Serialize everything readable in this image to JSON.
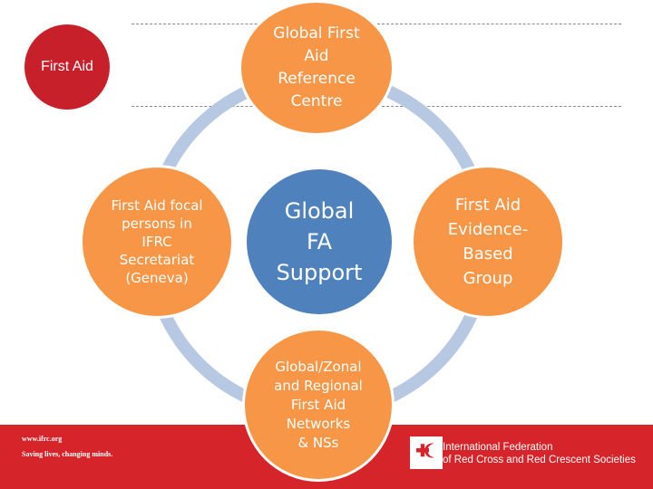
{
  "badge": {
    "label": "First Aid",
    "color": "#c8202a"
  },
  "diagram": {
    "ring_color": "#b7c8e3",
    "node_color": "#f79646",
    "center_color": "#4f81bd",
    "nodes": {
      "top": "Global First\nAid\nReference\nCentre",
      "left": "First Aid focal\npersons in\nIFRC\nSecretariat\n(Geneva)",
      "right": "First Aid\nEvidence-\nBased\nGroup",
      "bottom": "Global/Zonal\nand Regional\nFirst Aid\nNetworks\n& NSs",
      "center": "Global\nFA\nSupport"
    }
  },
  "footer": {
    "background": "#d6242b",
    "url": "www.ifrc.org",
    "slogan": "Saving lives, changing minds.",
    "org_line1": "International Federation",
    "org_line2": "of Red Cross and Red Crescent Societies",
    "logo_icon": "red-cross-red-crescent-emblem"
  }
}
